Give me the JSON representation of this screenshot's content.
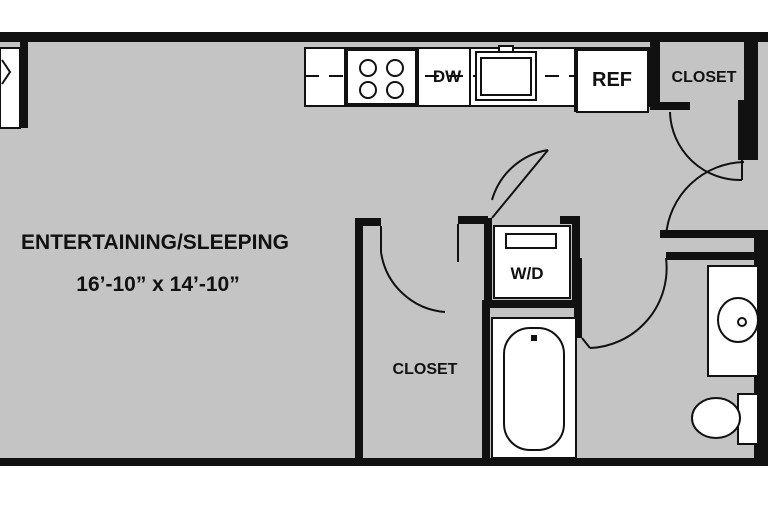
{
  "plan": {
    "colors": {
      "floor": "#c4c4c4",
      "wall": "#111111",
      "fixture": "#ffffff",
      "line": "#111111",
      "background": "#ffffff"
    },
    "rooms": {
      "living": {
        "name": "ENTERTAINING/SLEEPING",
        "dimensions": "16’-10” x 14’-10”"
      },
      "closet_main": {
        "name": "CLOSET"
      },
      "closet_entry": {
        "name": "CLOSET"
      }
    },
    "appliances": {
      "dishwasher": "DW",
      "refrigerator": "REF",
      "washer_dryer": "W/D"
    },
    "icons": [
      "stove-icon",
      "sink-icon",
      "bathtub-icon",
      "lavatory-icon",
      "toilet-icon",
      "door-swing-icon"
    ]
  }
}
